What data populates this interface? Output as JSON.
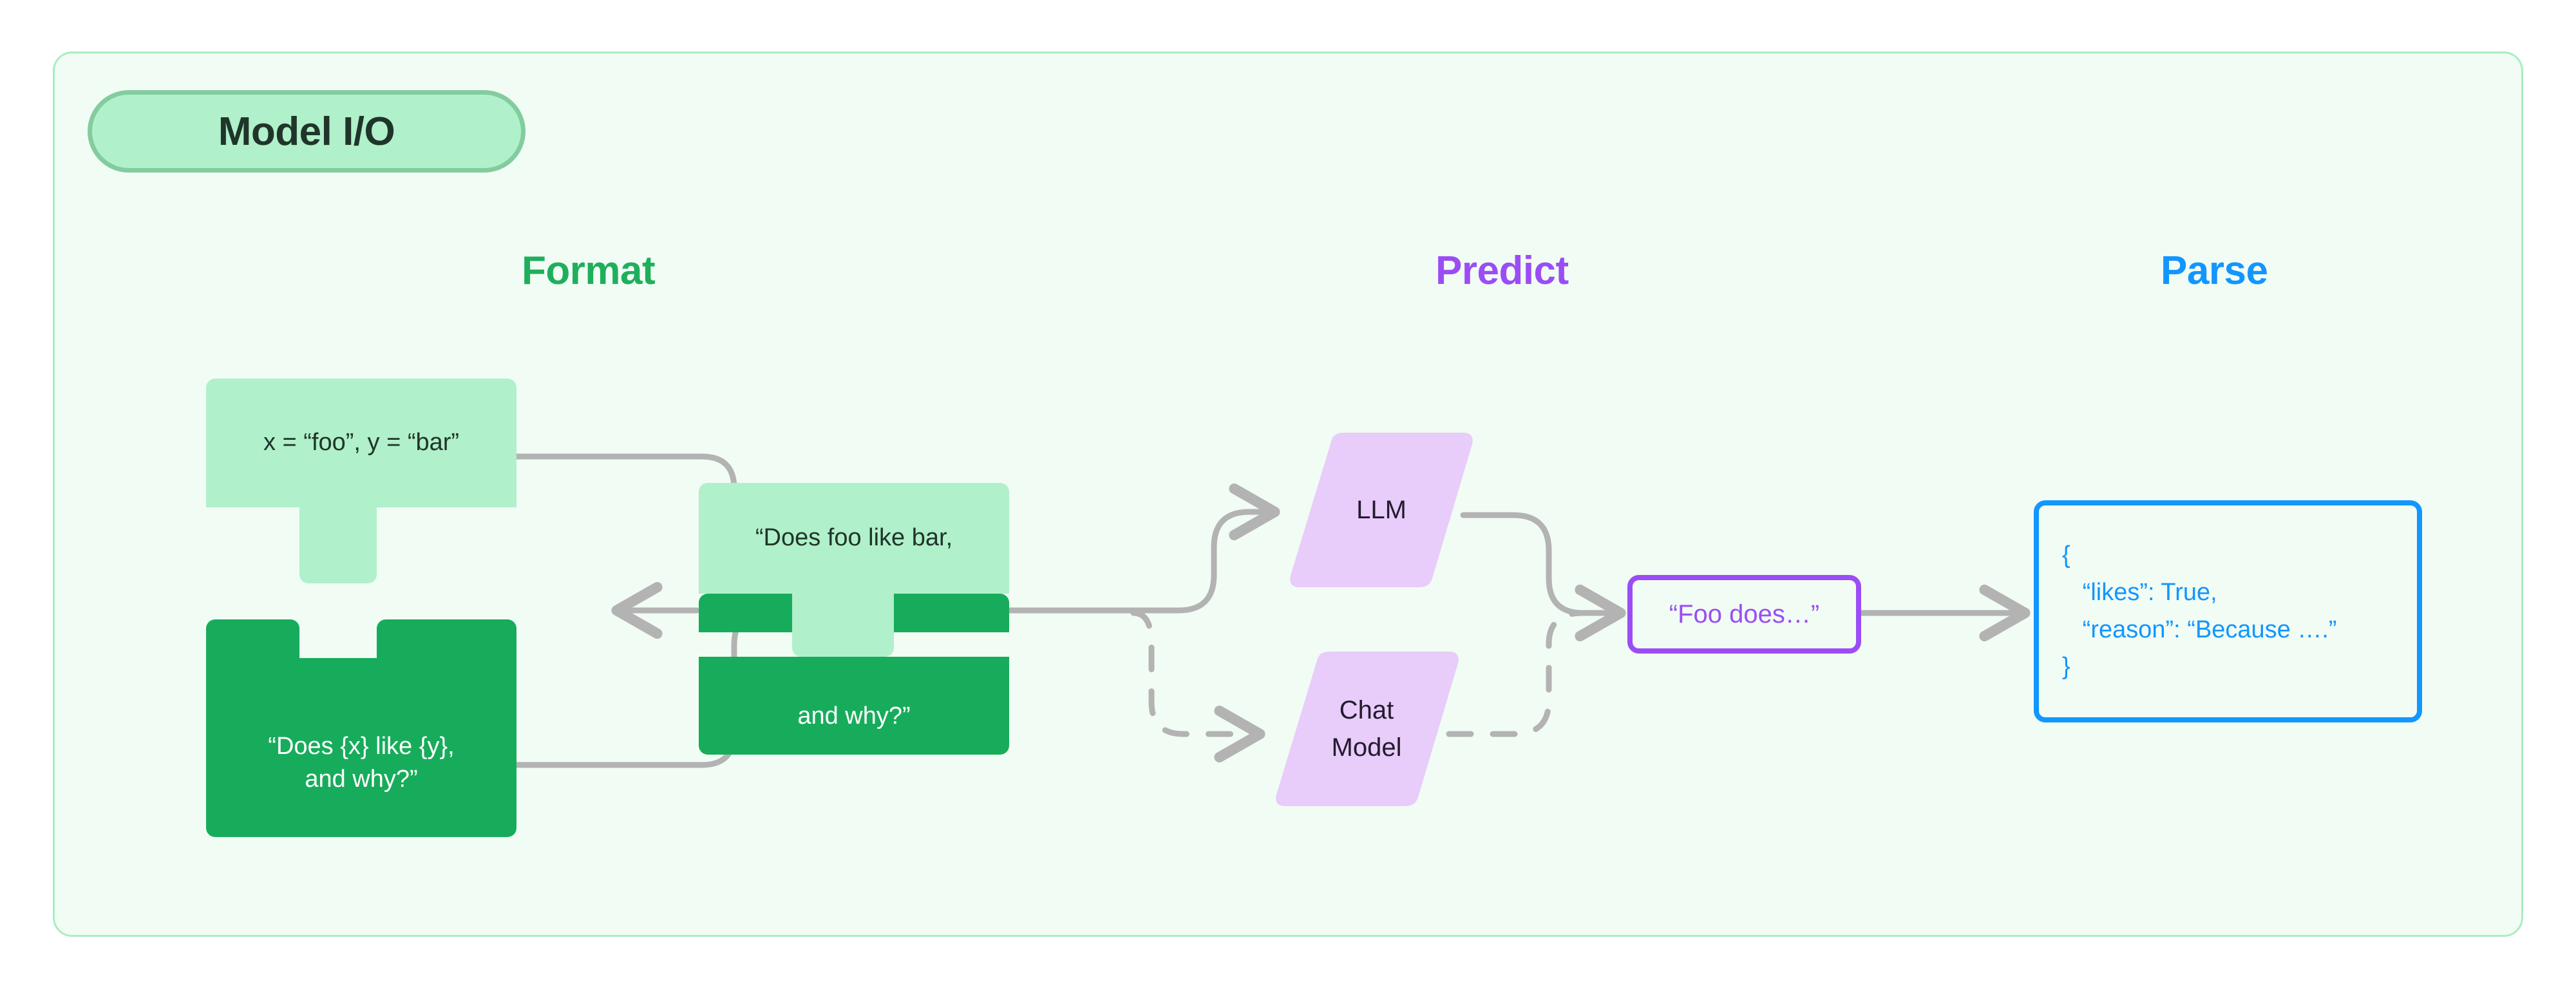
{
  "panel": {
    "title": "Model I/O",
    "background_color": "#F1FCF4",
    "border_color": "#A9EDC2"
  },
  "columns": [
    {
      "name": "format",
      "label": "Format",
      "color": "#1FAF5C"
    },
    {
      "name": "predict",
      "label": "Predict",
      "color": "#9B4DF5"
    },
    {
      "name": "parse",
      "label": "Parse",
      "color": "#1296FF"
    }
  ],
  "format": {
    "input_values": {
      "text": "x = “foo”, y = “bar”",
      "fill": "#B0F0CA"
    },
    "prompt_template": {
      "line1": "“Does {x} like {y},",
      "line2": "and why?”",
      "text": "“Does {x} like {y},\nand why?”",
      "fill": "#17AC5B"
    },
    "formatted_prompt": {
      "top_text": "“Does foo like bar,",
      "bottom_text": "and why?”",
      "top_fill": "#B0F0CA",
      "bottom_fill": "#17AC5B"
    }
  },
  "predict": {
    "llm": {
      "label": "LLM",
      "fill": "#E8CCFA",
      "arrow_style": "solid"
    },
    "chat_model": {
      "label": "Chat\nModel",
      "fill": "#E8CCFA",
      "arrow_style": "dashed"
    },
    "output": {
      "text": "“Foo does…”",
      "border_color": "#9B4DF5"
    }
  },
  "parse": {
    "json_output": {
      "lines": [
        "{",
        "   “likes”: True,",
        "   “reason”: “Because ….”",
        "}"
      ],
      "border_color": "#1296FF",
      "text_color": "#1296FF"
    }
  },
  "connectors": {
    "stroke_color": "#B3B3B3",
    "edges": [
      {
        "from": "input-values",
        "to": "formatted-prompt",
        "style": "solid"
      },
      {
        "from": "prompt-template",
        "to": "formatted-prompt",
        "style": "solid"
      },
      {
        "from": "formatted-prompt",
        "to": "llm",
        "style": "solid"
      },
      {
        "from": "formatted-prompt",
        "to": "chat-model",
        "style": "dashed"
      },
      {
        "from": "llm",
        "to": "output",
        "style": "solid"
      },
      {
        "from": "chat-model",
        "to": "output",
        "style": "dashed"
      },
      {
        "from": "output",
        "to": "json-output",
        "style": "solid"
      }
    ]
  }
}
